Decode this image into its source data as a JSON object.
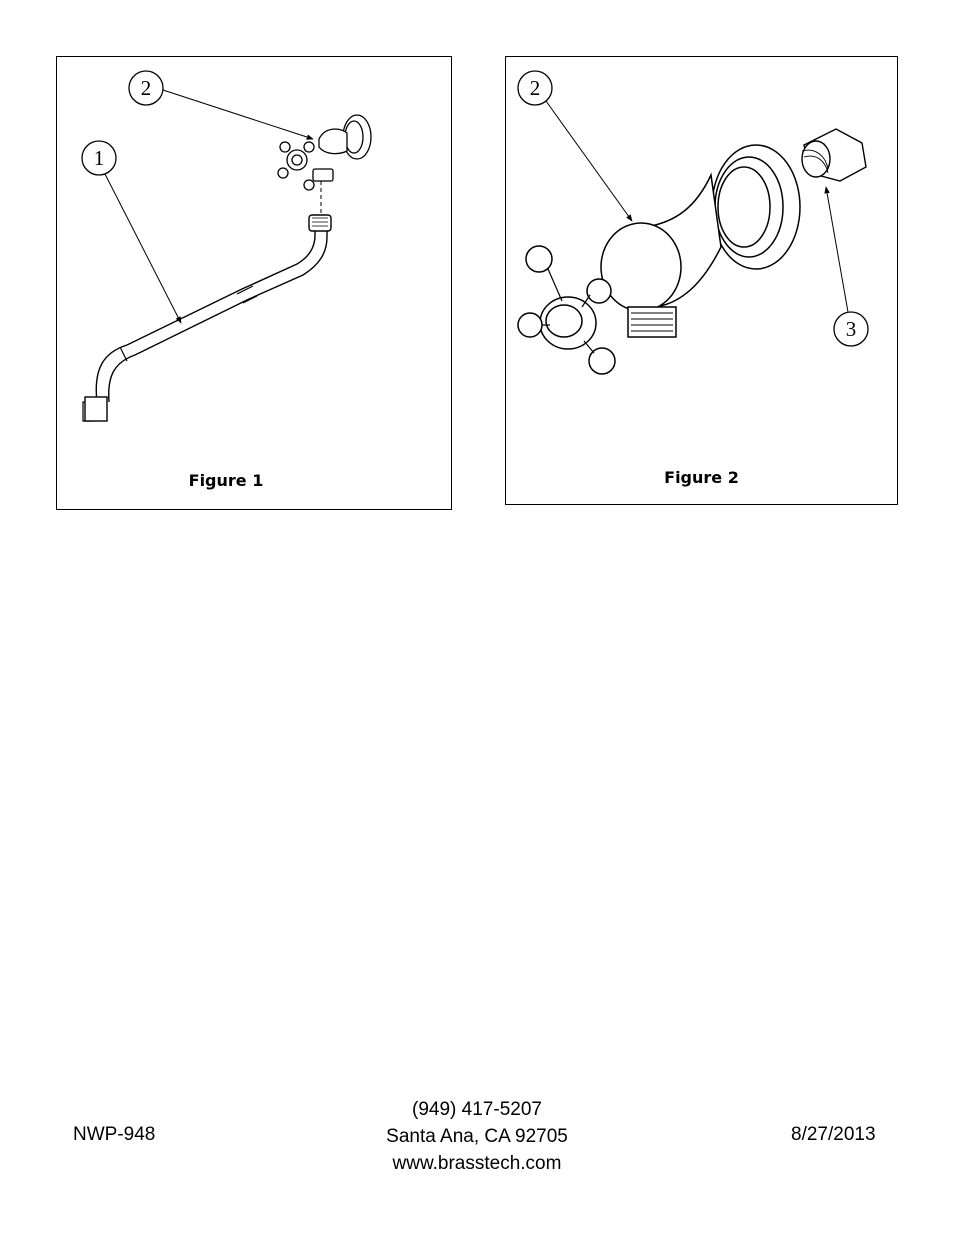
{
  "figures": [
    {
      "caption": "Figure 1",
      "callouts": [
        "1",
        "2"
      ]
    },
    {
      "caption": "Figure 2",
      "callouts": [
        "2",
        "3"
      ]
    }
  ],
  "footer": {
    "part_number": "NWP-948",
    "phone": "(949) 417-5207",
    "address": "Santa Ana, CA 92705",
    "website": "www.brasstech.com",
    "date": "8/27/2013"
  }
}
